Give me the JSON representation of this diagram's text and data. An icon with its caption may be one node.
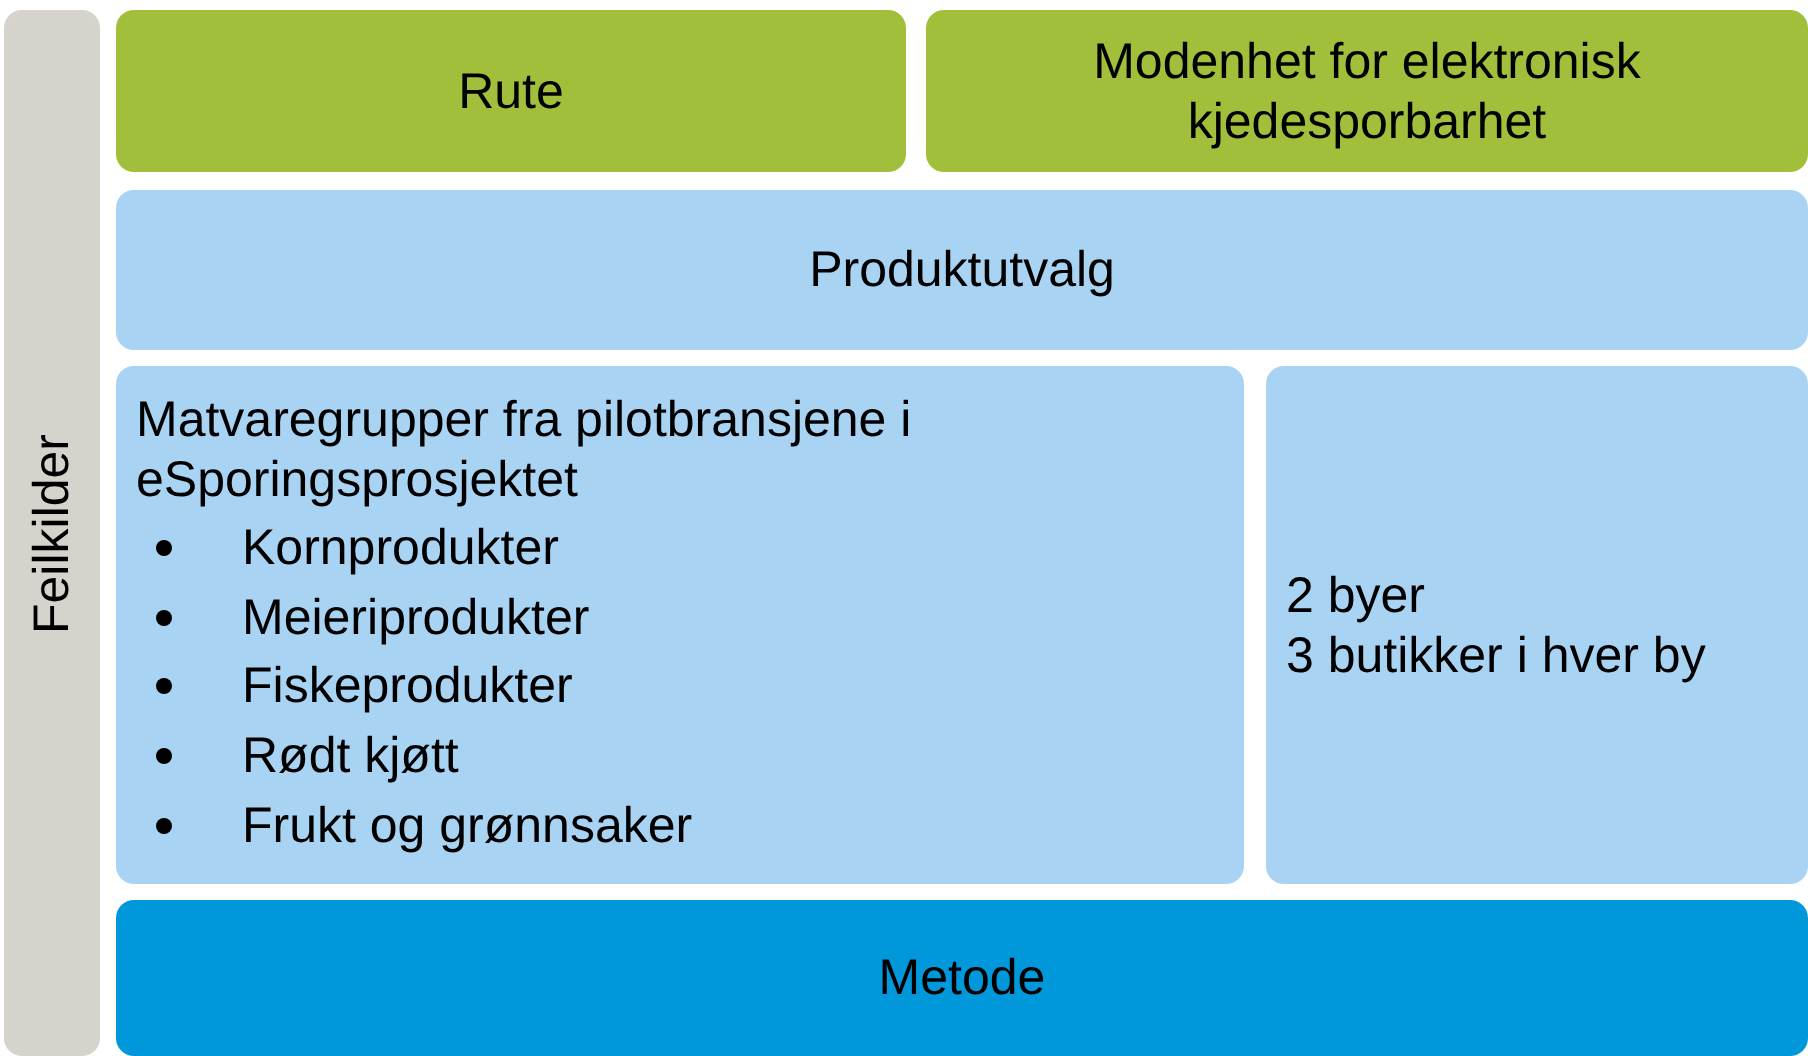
{
  "diagram": {
    "nodes": [
      {
        "text": [
          "Feilkilder"
        ]
      },
      {
        "text": [
          "Rute"
        ]
      },
      {
        "text": [
          "Modenhet for elektronisk kjedesporbarhet"
        ]
      },
      {
        "text": [
          "Produktutvalg"
        ]
      },
      {
        "text": [
          "Matvaregrupper fra pilotbransjene i eSporingsprosjektet",
          "Kornprodukter",
          "Meieriprodukter",
          "Fiskeprodukter",
          "Rødt kjøtt",
          "Frukt og grønnsaker"
        ]
      },
      {
        "text": [
          "2 byer",
          "3 butikker i hver by"
        ]
      },
      {
        "text": [
          "Metode"
        ]
      }
    ]
  }
}
